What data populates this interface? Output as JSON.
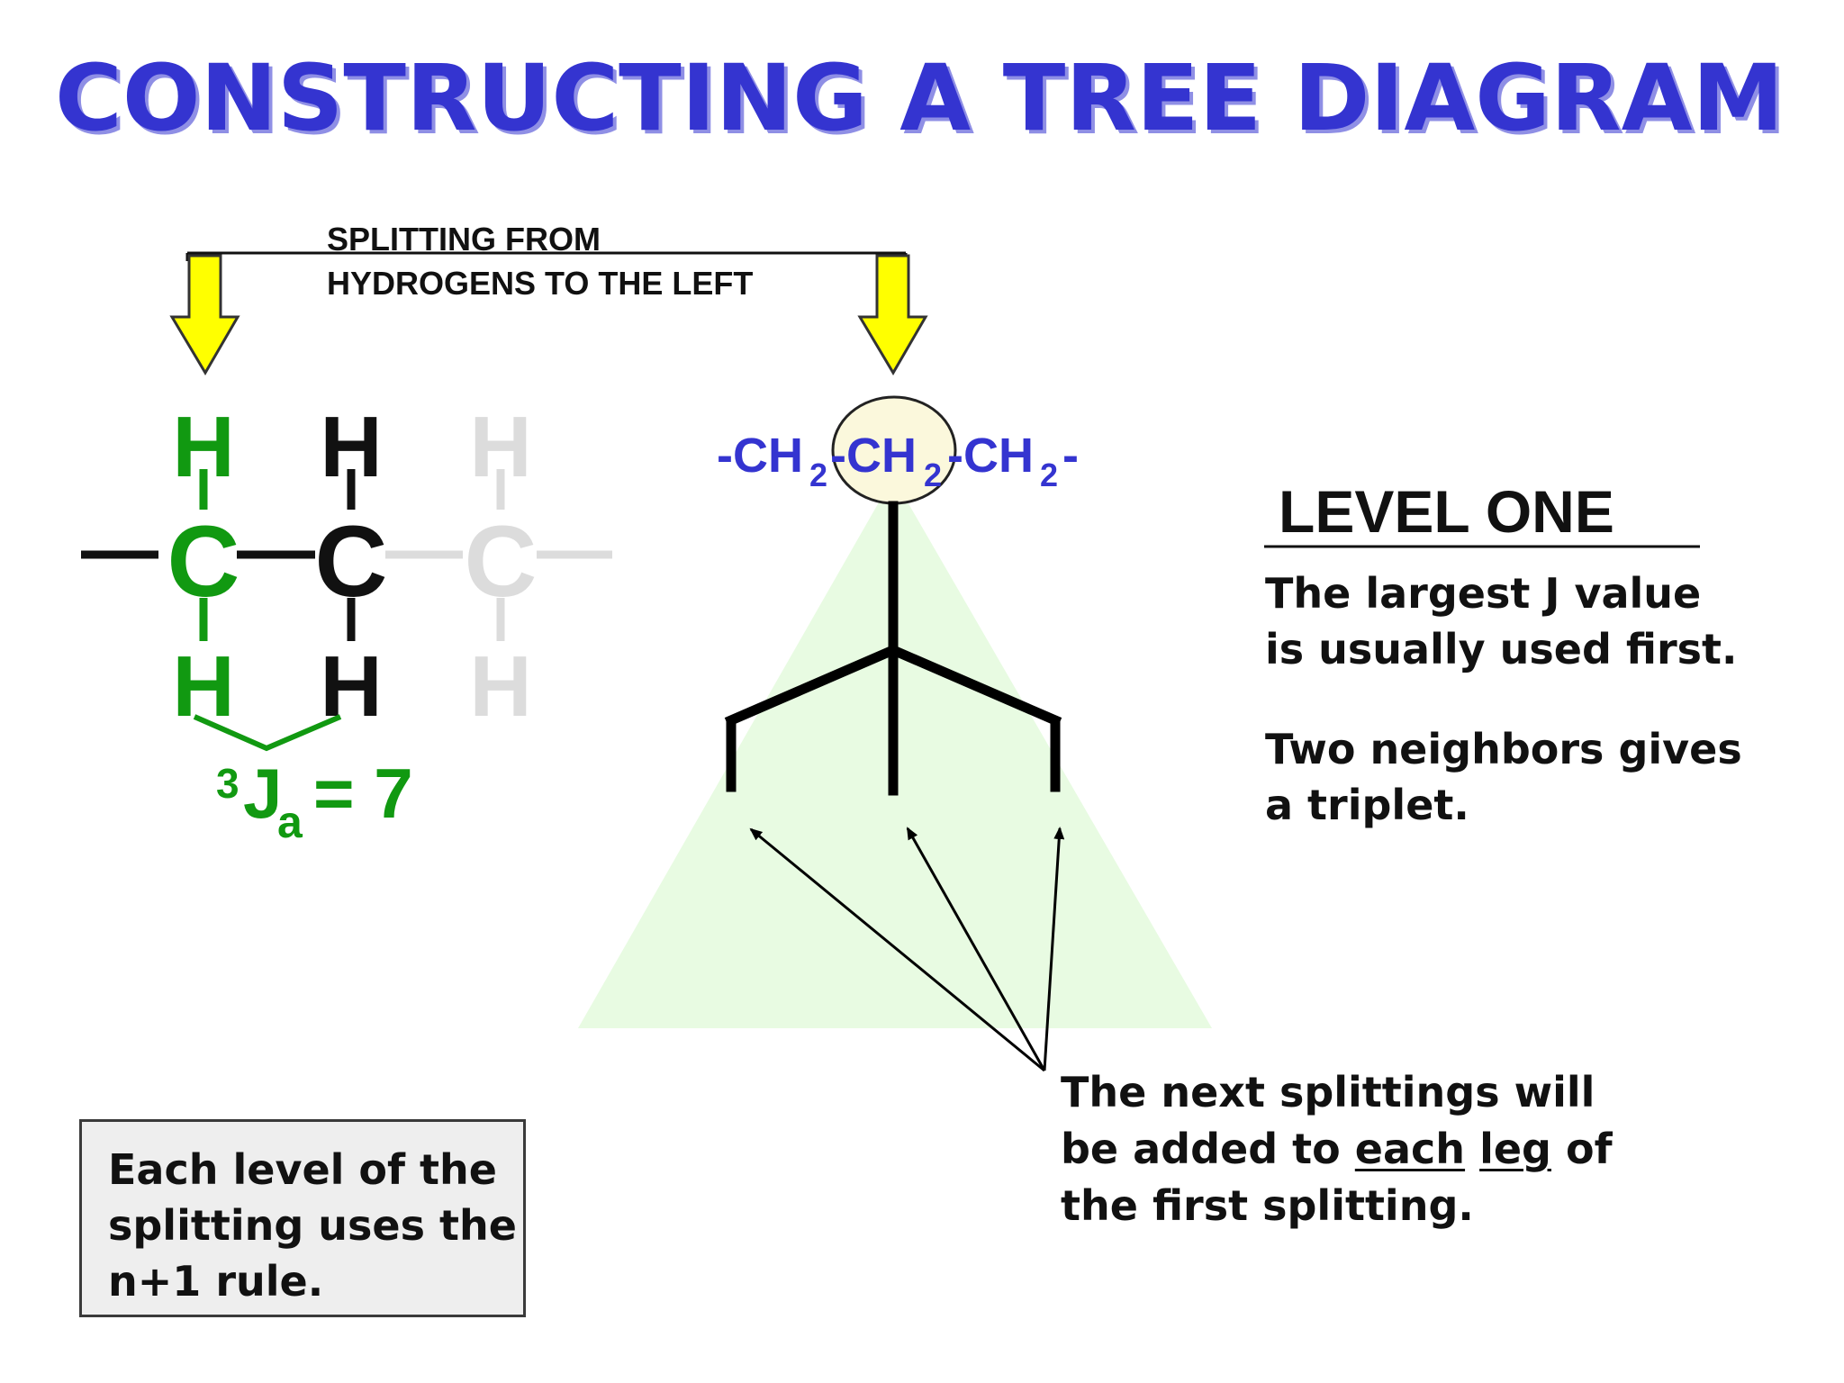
{
  "title": "CONSTRUCTING A TREE DIAGRAM",
  "splitting_note": {
    "line1": "SPLITTING FROM",
    "line2": "HYDROGENS TO THE LEFT"
  },
  "molecule": {
    "h_left_top": "H",
    "h_mid_top": "H",
    "h_right_top": "H",
    "c_left": "C",
    "c_mid": "C",
    "c_right": "C",
    "h_left_bottom": "H",
    "h_mid_bottom": "H",
    "h_right_bottom": "H"
  },
  "coupling": {
    "superscript": "3",
    "symbol": "J",
    "subscript": "a",
    "equals": "= 7"
  },
  "fragment": {
    "part1": "-CH",
    "sub1": "2",
    "part2": "-CH",
    "sub2": "2",
    "part3": "-CH",
    "sub3": "2",
    "part4": "-"
  },
  "level": {
    "heading": "LEVEL ONE",
    "p1_line1": "The largest J value",
    "p1_line2": "is usually used first.",
    "p2_line1": "Two neighbors gives",
    "p2_line2": "a triplet."
  },
  "next_note": {
    "line1": "The next splittings will",
    "line2_a": "be added to ",
    "line2_each": "each",
    "line2_b": " ",
    "line2_leg": "leg",
    "line2_c": " of",
    "line3": "the first splitting."
  },
  "rule_box": {
    "line1": "Each level of  the",
    "line2": "splitting uses the",
    "line3": "n+1 rule."
  },
  "colors": {
    "title_blue": "#3434d0",
    "green": "#119911",
    "faded_gray": "#dcdcdc",
    "arrow_yellow": "#ffff00",
    "triangle_green": "#e8fbe2",
    "ellipse_fill": "#fbf8dc",
    "box_fill": "#eeeeee"
  }
}
